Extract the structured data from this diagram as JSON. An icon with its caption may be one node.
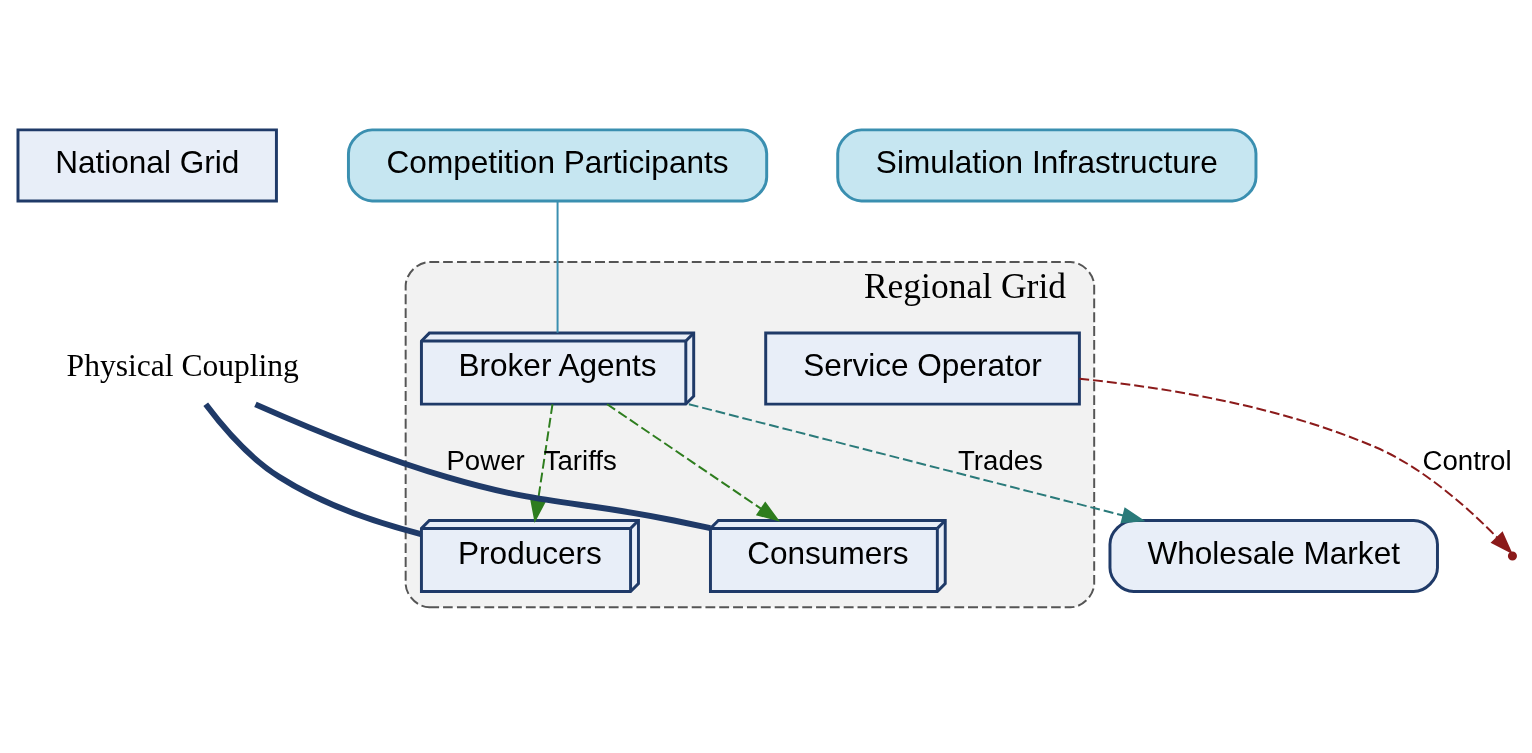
{
  "diagram": {
    "nodes": [
      {
        "text": [
          "National Grid"
        ]
      },
      {
        "text": [
          "Regional Grid"
        ]
      },
      {
        "text": [
          "Broker Agents"
        ],
        "in": 1
      },
      {
        "text": [
          "Wholesale Market"
        ]
      },
      {
        "text": [
          "Physical Coupling"
        ]
      },
      {
        "text": [
          "Producers"
        ],
        "in": 1
      },
      {
        "text": [
          "Consumers"
        ],
        "in": 1
      },
      {
        "text": [
          "Service Operator"
        ],
        "in": 1
      },
      {
        "text": [
          "Competition Participants"
        ]
      },
      {
        "text": [
          "Simulation Infrastructure"
        ]
      }
    ],
    "edges": [
      {
        "from": 8,
        "to": 2,
        "arrow": "none",
        "color": "#3a8fb0"
      },
      {
        "from": 2,
        "to": 3,
        "arrow": "to",
        "label": "Trades",
        "style": "dashed",
        "color": "#2a7a7a"
      },
      {
        "from": 2,
        "to": 5,
        "arrow": "to",
        "label": "Tariffs",
        "style": "dashed",
        "color": "#2e7d1e"
      },
      {
        "from": 2,
        "to": 6,
        "arrow": "to",
        "style": "dashed",
        "color": "#2e7d1e"
      },
      {
        "from": 4,
        "to": 5,
        "arrow": "none",
        "style": "thick"
      },
      {
        "from": 4,
        "to": 6,
        "arrow": "none",
        "label": "Power",
        "style": "thick"
      },
      {
        "from": 7,
        "to": null,
        "arrow": "to",
        "label": "Control",
        "style": "dashed",
        "color": "#8b1a1a"
      }
    ]
  }
}
